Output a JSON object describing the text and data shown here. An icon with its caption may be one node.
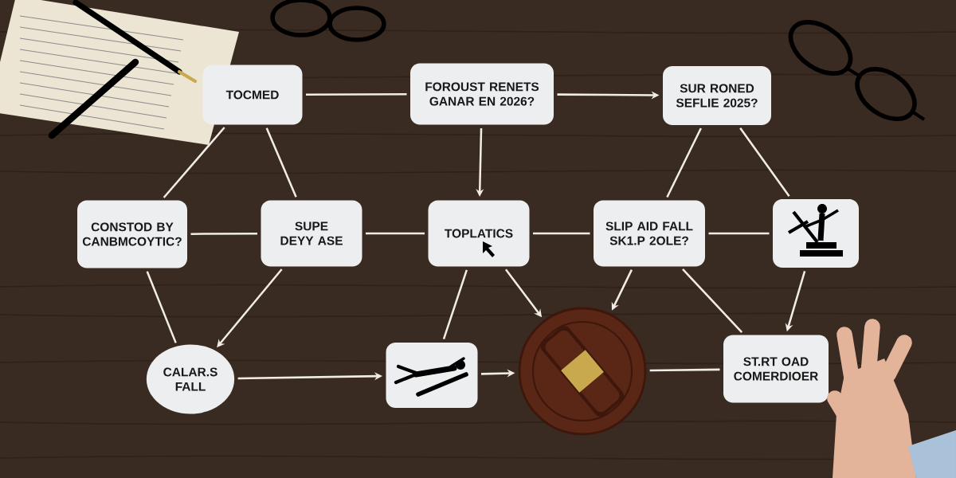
{
  "diagram": {
    "nodes": [
      {
        "text": [
          "TOCMED"
        ]
      },
      {
        "text": [
          "FOROUST RENETS GANAR EN 2026?"
        ]
      },
      {
        "text": [
          "SUR RONED SEFLIE 2025?"
        ]
      },
      {
        "text": [
          "CONSTOD BY CANBMCOYTIC?"
        ]
      },
      {
        "text": [
          "SUPE DEYY ASE"
        ]
      },
      {
        "text": [
          "TOPLATICS"
        ]
      },
      {
        "text": [
          "SLIP AID FALL SK1.P 2OLE?"
        ]
      },
      {
        "text": [],
        "shape": "picture"
      },
      {
        "text": [
          "CALAR.S FALL"
        ]
      },
      {
        "text": [],
        "shape": "picture"
      },
      {
        "text": [],
        "shape": "picture"
      },
      {
        "text": [
          "ST.RT OAD COMERDIOER"
        ]
      }
    ],
    "edges": [
      {
        "from": 0,
        "to": 1,
        "arrow": "none"
      },
      {
        "from": 1,
        "to": 2,
        "arrow": "to"
      },
      {
        "from": 1,
        "to": 5,
        "arrow": "to"
      },
      {
        "from": 0,
        "to": 3,
        "arrow": "none"
      },
      {
        "from": 0,
        "to": 4,
        "arrow": "none"
      },
      {
        "from": 3,
        "to": 4,
        "arrow": "none"
      },
      {
        "from": 4,
        "to": 5,
        "arrow": "none"
      },
      {
        "from": 5,
        "to": 6,
        "arrow": "none"
      },
      {
        "from": 6,
        "to": 7,
        "arrow": "none"
      },
      {
        "from": 2,
        "to": 6,
        "arrow": "none"
      },
      {
        "from": 2,
        "to": 7,
        "arrow": "none"
      },
      {
        "from": 3,
        "to": 8,
        "arrow": "none"
      },
      {
        "from": 4,
        "to": 8,
        "arrow": "to"
      },
      {
        "from": 8,
        "to": 9,
        "arrow": "to"
      },
      {
        "from": 9,
        "to": 10,
        "arrow": "to"
      },
      {
        "from": 5,
        "to": 9,
        "arrow": "none"
      },
      {
        "from": 5,
        "to": 10,
        "arrow": "to"
      },
      {
        "from": 6,
        "to": 10,
        "arrow": "to"
      },
      {
        "from": 6,
        "to": 11,
        "arrow": "none"
      },
      {
        "from": 7,
        "to": 11,
        "arrow": "to"
      },
      {
        "from": 10,
        "to": 11,
        "arrow": "none"
      }
    ]
  }
}
